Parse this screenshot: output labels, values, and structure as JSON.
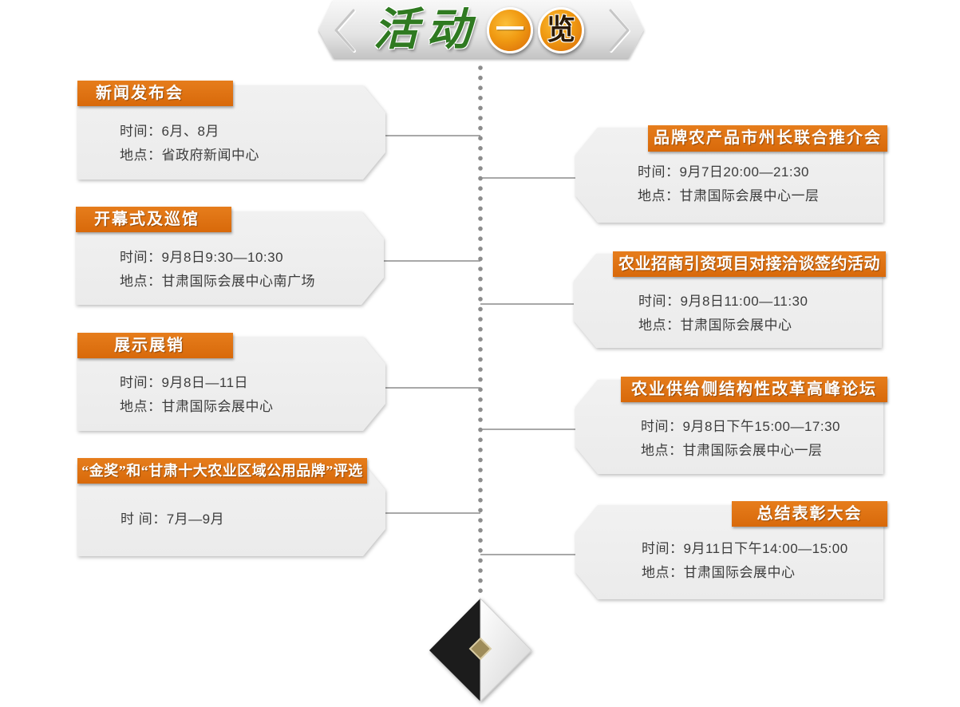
{
  "header": {
    "title_main": "活动",
    "title_badge_1": "一",
    "title_badge_2": "览",
    "left_arrow_icon": "chevron-left-icon",
    "right_arrow_icon": "chevron-right-icon"
  },
  "colors": {
    "accent_orange": "#d8690a",
    "title_green": "#2f7a21",
    "card_fill": "#ebebeb",
    "timeline_gray": "#8c8c8c",
    "ornament_gold": "#9e8c5a"
  },
  "left_events": [
    {
      "title": "新闻发布会",
      "time": "时间：6月、8月",
      "location": "地点：省政府新闻中心"
    },
    {
      "title": "开幕式及巡馆",
      "time": "时间：9月8日9:30—10:30",
      "location": "地点：甘肃国际会展中心南广场"
    },
    {
      "title": "展示展销",
      "time": "时间：9月8日—11日",
      "location": "地点：甘肃国际会展中心"
    },
    {
      "title": "“金奖”和“甘肃十大农业区域公用品牌”评选",
      "time": "时 间：7月—9月"
    }
  ],
  "right_events": [
    {
      "title": "品牌农产品市州长联合推介会",
      "time": "时间：9月7日20:00—21:30",
      "location": "地点：甘肃国际会展中心一层"
    },
    {
      "title": "农业招商引资项目对接洽谈签约活动",
      "time": "时间：9月8日11:00—11:30",
      "location": "地点：甘肃国际会展中心"
    },
    {
      "title": "农业供给侧结构性改革高峰论坛",
      "time": "时间：9月8日下午15:00—17:30",
      "location": "地点：甘肃国际会展中心一层"
    },
    {
      "title": "总结表彰大会",
      "time": "时间：9月11日下午14:00—15:00",
      "location": "地点：甘肃国际会展中心"
    }
  ]
}
